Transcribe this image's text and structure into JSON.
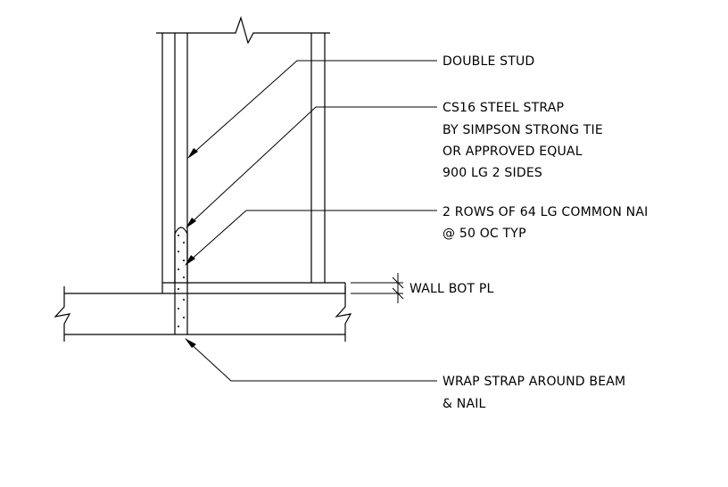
{
  "annotations": {
    "double_stud": {
      "line1": "DOUBLE STUD"
    },
    "steel_strap": {
      "line1": "CS16 STEEL STRAP",
      "line2": "BY SIMPSON STRONG TIE",
      "line3": "OR APPROVED EQUAL",
      "line4": "900 LG 2 SIDES"
    },
    "nails": {
      "line1": "2 ROWS OF 64 LG COMMON NAI",
      "line2": "@ 50 OC TYP"
    },
    "bottom_plate": {
      "line1": "WALL BOT PL"
    },
    "wrap": {
      "line1": "WRAP STRAP AROUND BEAM",
      "line2": "& NAIL"
    }
  }
}
